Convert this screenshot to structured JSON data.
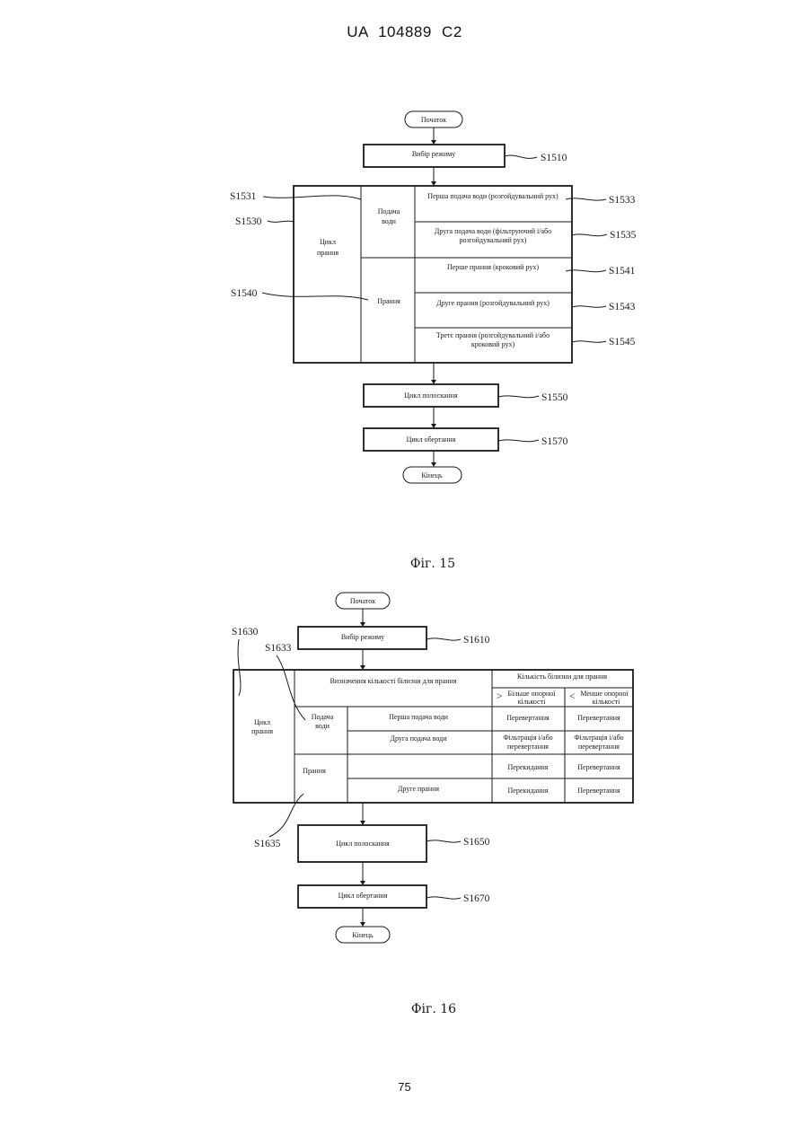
{
  "header": "UA   104889   C2",
  "page_number": "75",
  "fig15": {
    "caption": "Фіг. 15",
    "start": "Початок",
    "end": "Кінець",
    "mode_select": "Вибір режиму",
    "wash_cycle": [
      "Цикл",
      "прання"
    ],
    "water_supply": [
      "Подача",
      "води"
    ],
    "washing": "Прання",
    "step_first_water": "Перша подача води (розгойдувальний рух)",
    "step_second_water": [
      "Друга подача води (фільтруючий і/або",
      "розгойдувальний рух)"
    ],
    "step_first_wash": "Перше прання (кроковий рух)",
    "step_second_wash": "Друге прання (розгойдувальний рух)",
    "step_third_wash": [
      "Третє прання (розгойдувальний і/або",
      "кроковий рух)"
    ],
    "rinse_cycle": "Цикл полоскання",
    "spin_cycle": "Цикл обертання",
    "refs": {
      "s1510": "S1510",
      "s1531": "S1531",
      "s1530": "S1530",
      "s1540": "S1540",
      "s1533": "S1533",
      "s1535": "S1535",
      "s1541": "S1541",
      "s1543": "S1543",
      "s1545": "S1545",
      "s1550": "S1550",
      "s1570": "S1570"
    }
  },
  "fig16": {
    "caption": "Фіг. 16",
    "start": "Початок",
    "end": "Кінець",
    "mode_select": "Вибір режиму",
    "wash_cycle": [
      "Цикл",
      "прання"
    ],
    "laundry_amount_determination": "Визначення кількості білизни для прання",
    "laundry_amount": "Кількість білизни для прання",
    "more_than_ref": [
      "Більше опорної",
      "кількості"
    ],
    "less_than_ref": [
      "Менше опорної",
      "кількості"
    ],
    "greater_sign": ">",
    "less_sign": "<",
    "water_supply": [
      "Подача",
      "води"
    ],
    "washing": "Прання",
    "first_water": "Перша подача води",
    "second_water": "Друга подача води",
    "second_wash": "Друге прання",
    "rows": [
      [
        "Перевертання",
        "Перевертання"
      ],
      [
        [
          "Фільтрація і/або",
          "перевертання"
        ],
        [
          "Фільтрація і/або",
          "перевертання"
        ]
      ],
      [
        "Перекидання",
        "Перевертання"
      ],
      [
        "Перекидання",
        "Перевертання"
      ]
    ],
    "rinse_cycle": "Цикл полоскання",
    "spin_cycle": "Цикл обертання",
    "refs": {
      "s1610": "S1610",
      "s1630": "S1630",
      "s1633": "S1633",
      "s1635": "S1635",
      "s1650": "S1650",
      "s1670": "S1670"
    }
  }
}
